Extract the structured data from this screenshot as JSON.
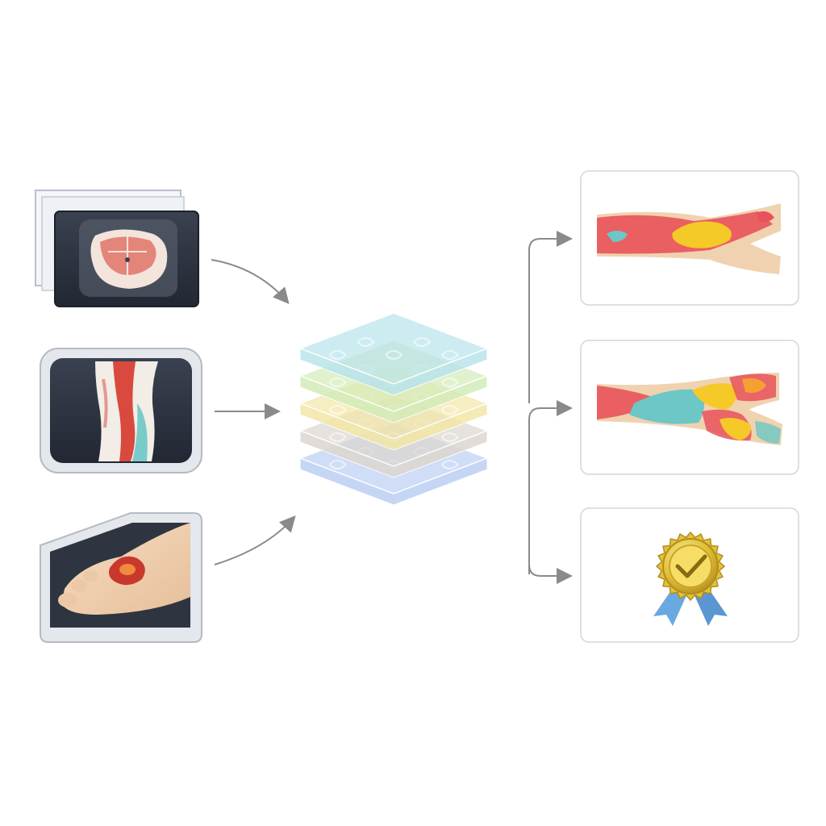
{
  "diagram": {
    "inputs": [
      {
        "id": "histology-slide",
        "icon": "tissue-slide-icon",
        "frame_color": "#2b3140"
      },
      {
        "id": "tissue-scan",
        "icon": "tissue-scan-icon",
        "frame_color": "#2b3140"
      },
      {
        "id": "foot-wound-photo",
        "icon": "foot-wound-icon",
        "frame_color": "#2f3540"
      }
    ],
    "processing": {
      "icon": "layer-stack-icon",
      "layers": [
        {
          "name": "layer-1",
          "color": "#b9e4ec"
        },
        {
          "name": "layer-2",
          "color": "#d3ecb8"
        },
        {
          "name": "layer-3",
          "color": "#f3e7a6"
        },
        {
          "name": "layer-4",
          "color": "#dcd6cf"
        },
        {
          "name": "layer-5",
          "color": "#bcd0f4"
        }
      ]
    },
    "outputs": [
      {
        "id": "segmentation-map-1",
        "icon": "segmented-tissue-icon"
      },
      {
        "id": "segmentation-map-2",
        "icon": "segmented-tissue-icon"
      },
      {
        "id": "quality-certification",
        "icon": "award-badge-icon"
      }
    ],
    "colors": {
      "arrow": "#8a8a8a",
      "card_border": "#d6d6d6",
      "tissue_red": "#e8525a",
      "tissue_yellow": "#f5c928",
      "tissue_teal": "#6cc7c6",
      "skin": "#f0d2b0",
      "gold": "#e2c23a",
      "ribbon_blue": "#6aa9e0"
    }
  }
}
